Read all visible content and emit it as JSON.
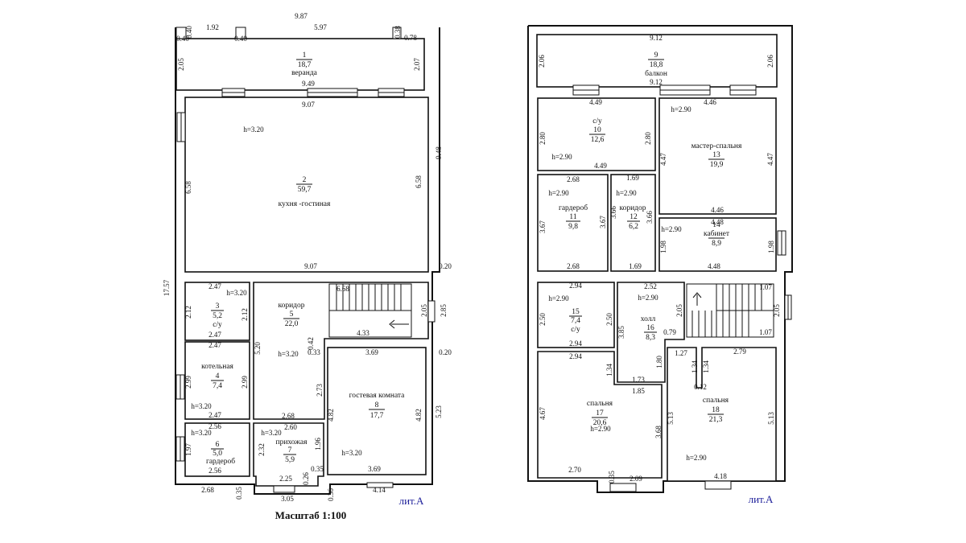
{
  "caption": "Масштаб 1:100",
  "liter_left": "лит.А",
  "liter_right": "лит.А",
  "floor1": {
    "rooms": [
      {
        "num": "1",
        "area": "18,7",
        "name": "веранда"
      },
      {
        "num": "2",
        "area": "59,7",
        "name": "кухня -гостиная"
      },
      {
        "num": "3",
        "area": "5,2",
        "name": "с/у"
      },
      {
        "num": "4",
        "area": "7,4",
        "name": "котельная"
      },
      {
        "num": "5",
        "area": "22,0",
        "name": "коридор"
      },
      {
        "num": "6",
        "area": "5,0",
        "name": "гардероб"
      },
      {
        "num": "7",
        "area": "5,9",
        "name": "прихожая"
      },
      {
        "num": "8",
        "area": "17,7",
        "name": "гостевая комната"
      }
    ],
    "dims": [
      "9.87",
      "1.92",
      "5.97",
      "0.40",
      "0.40",
      "0.40",
      "0.38",
      "0.78",
      "2.05",
      "2.07",
      "9.49",
      "9.07",
      "h=3.20",
      "9.48",
      "6.58",
      "6.58",
      "9.07",
      "0.20",
      "17.57",
      "2.47",
      "h=3.20",
      "2.12",
      "2.12",
      "2.47",
      "6.68",
      "2.05",
      "2.85",
      "4.33",
      "0.42",
      "0.33",
      "0.20",
      "3.69",
      "5.20",
      "h=3.20",
      "2.47",
      "2.99",
      "2.99",
      "h=3.20",
      "2.73",
      "2.47",
      "2.68",
      "4.82",
      "4.82",
      "5.23",
      "2.56",
      "h=3.20",
      "2.60",
      "h=3.20",
      "1.97",
      "2.32",
      "1.96",
      "2.56",
      "h=3.20",
      "0.35",
      "2.25",
      "0.26",
      "3.69",
      "2.68",
      "0.35",
      "3.05",
      "0.36",
      "4.14"
    ]
  },
  "floor2": {
    "rooms": [
      {
        "num": "9",
        "area": "18,8",
        "name": "балкон"
      },
      {
        "num": "10",
        "area": "12,6",
        "name": "с/у"
      },
      {
        "num": "11",
        "area": "9,8",
        "name": "гардероб"
      },
      {
        "num": "12",
        "area": "6,2",
        "name": "коридор"
      },
      {
        "num": "13",
        "area": "19,9",
        "name": "мастер-спальня"
      },
      {
        "num": "14",
        "area": "8,9",
        "name": "кабинет"
      },
      {
        "num": "15",
        "area": "7,4",
        "name": "с/у"
      },
      {
        "num": "16",
        "area": "8,3",
        "name": "холл"
      },
      {
        "num": "17",
        "area": "20,6",
        "name": "спальня"
      },
      {
        "num": "18",
        "area": "21,3",
        "name": "спальня"
      }
    ],
    "dims": [
      "9.12",
      "2.06",
      "2.06",
      "9.12",
      "4.49",
      "h=2.90",
      "4.46",
      "2.80",
      "2.80",
      "h=2.90",
      "4.47",
      "4.47",
      "4.49",
      "2.68",
      "1.69",
      "h=2.90",
      "h=2.90",
      "3.67",
      "3.67",
      "3.66",
      "3.66",
      "4.46",
      "4.48",
      "h=2.90",
      "1.98",
      "1.98",
      "2.68",
      "1.69",
      "4.48",
      "2.94",
      "2.52",
      "1.07",
      "h=2.90",
      "h=2.90",
      "2.50",
      "2.50",
      "2.05",
      "2.05",
      "3.85",
      "0.79",
      "1.07",
      "2.94",
      "2.94",
      "1.27",
      "2.79",
      "1.34",
      "1.80",
      "1.34",
      "1.34",
      "1.73",
      "0.12",
      "1.85",
      "4.67",
      "h=2.90",
      "3.68",
      "5.13",
      "5.13",
      "h=2.90",
      "2.70",
      "0.35",
      "2.09",
      "4.18"
    ]
  }
}
